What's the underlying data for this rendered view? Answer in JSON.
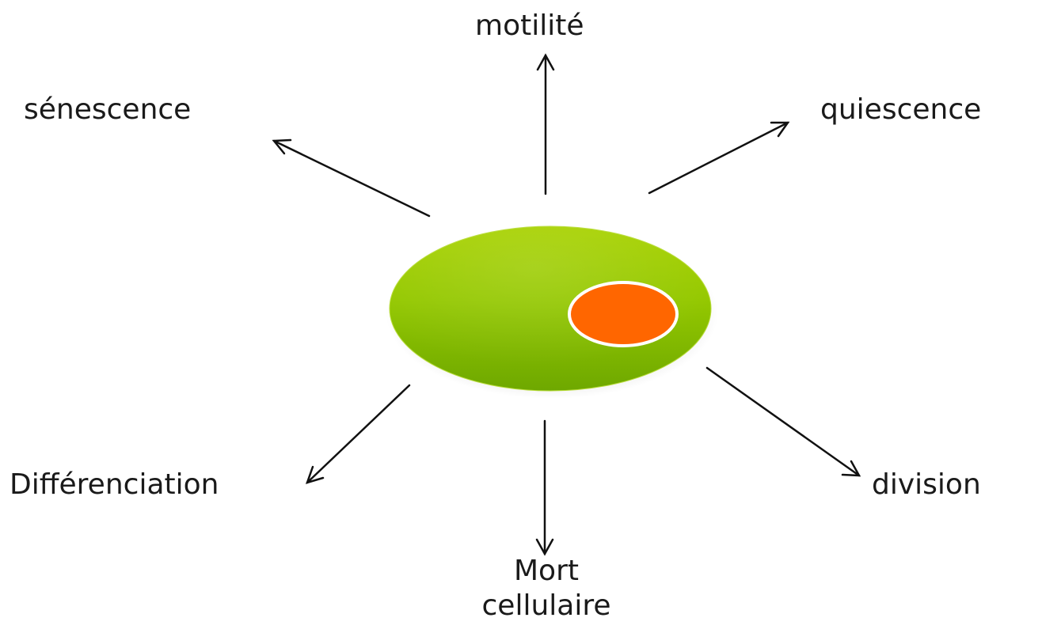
{
  "diagram": {
    "center": {
      "cell_body_color": "#8cc400",
      "nucleus_color": "#ff6600",
      "nucleus_outline_color": "#ffffff"
    },
    "arrow_color": "#111111",
    "labels": {
      "top": "motilité",
      "top_left": "sénescence",
      "top_right": "quiescence",
      "bottom_left": "Différenciation",
      "bottom_right": "division",
      "bottom_line1": "Mort",
      "bottom_line2": "cellulaire"
    }
  }
}
